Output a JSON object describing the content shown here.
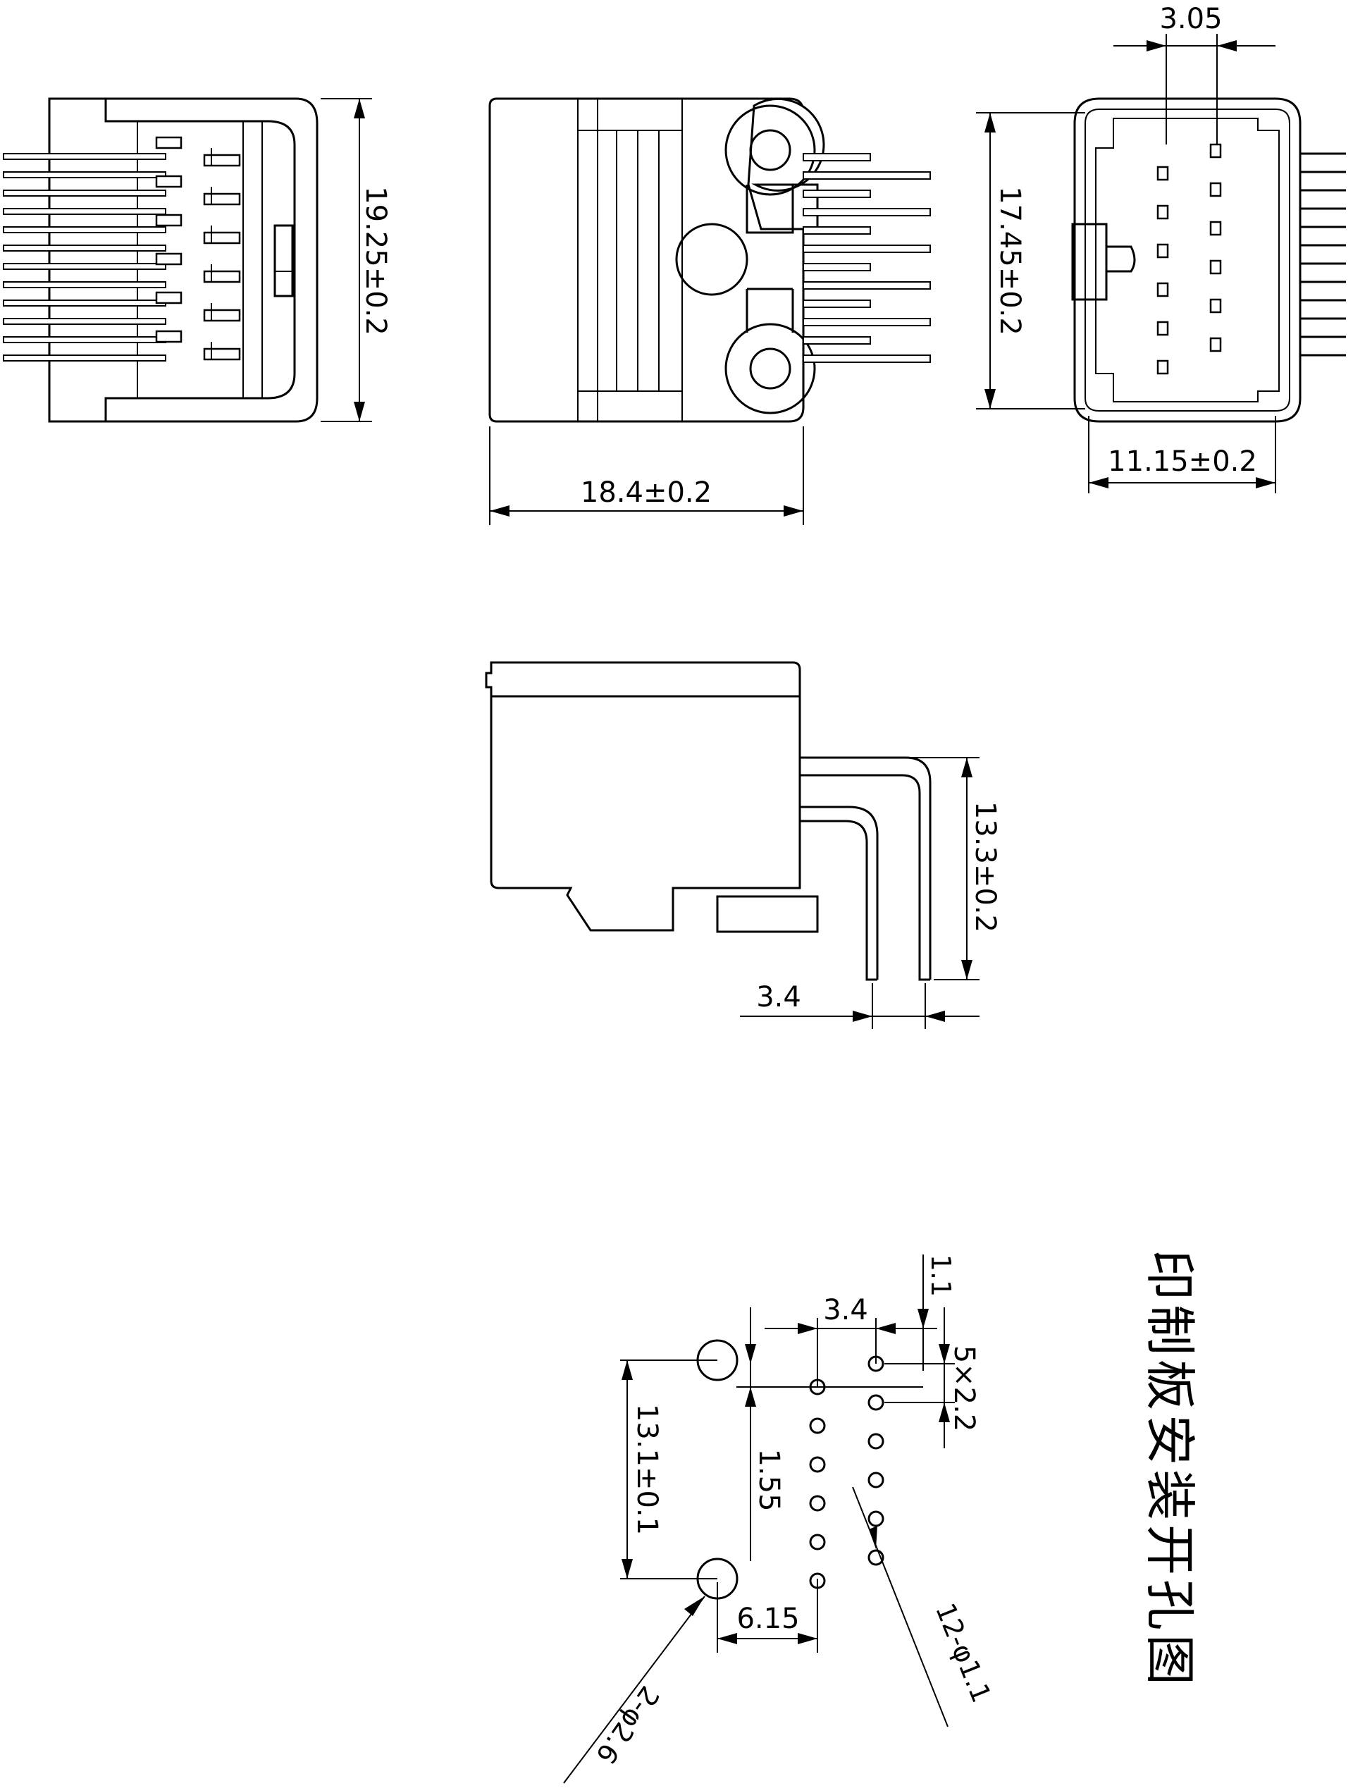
{
  "dimensions": {
    "top_left_height": "19.25±0.2",
    "top_mid_width": "18.4±0.2",
    "top_right_pitch": "3.05",
    "top_right_height": "17.45±0.2",
    "top_right_width": "11.15±0.2",
    "side_height": "13.3±0.2",
    "side_pitch": "3.4",
    "pcb_row_spacing": "3.4",
    "pcb_offset": "1.1",
    "pcb_pin_pitch": "5×2.2",
    "pcb_mount_span": "13.1±0.1",
    "pcb_mount_offset": "1.55",
    "pcb_mount_x": "6.15",
    "pcb_mount_holes": "2-φ2.6",
    "pcb_pin_holes": "12-φ1.1"
  },
  "title": "印制板安装开孔图",
  "pcb_layout": {
    "row_a_holes": 6,
    "row_b_holes": 6,
    "mount_holes": 2
  }
}
